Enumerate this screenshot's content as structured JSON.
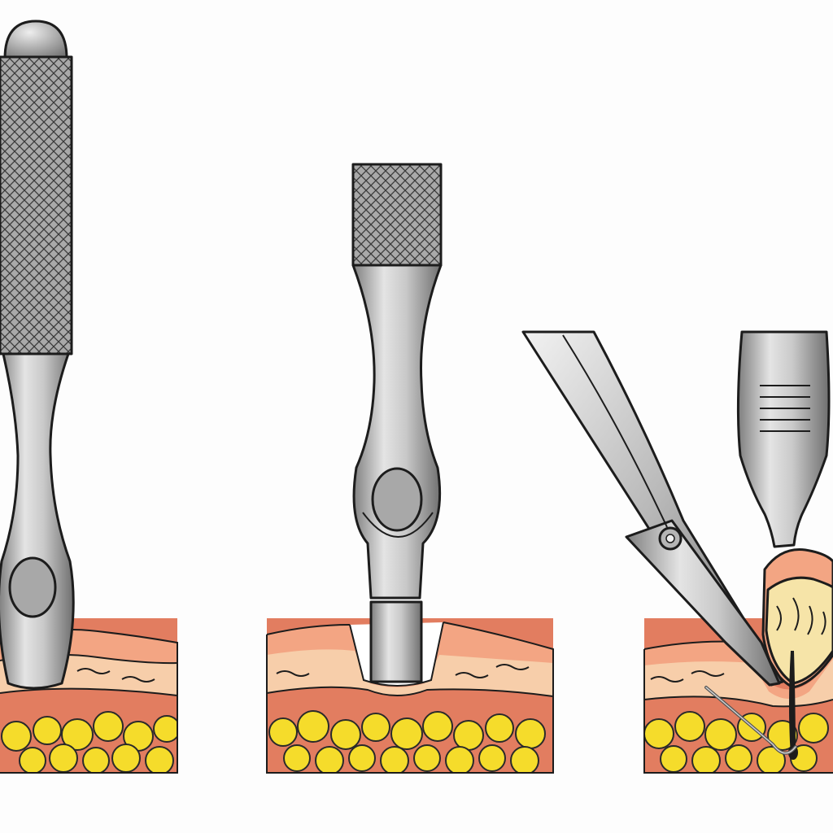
{
  "figure": {
    "panels": [
      {
        "id": "panel-1",
        "tool": "skin-punch-instrument",
        "tissue": "intact-skin"
      },
      {
        "id": "panel-2",
        "tool": "skin-punch-instrument",
        "tissue": "skin-with-punched-core"
      },
      {
        "id": "panel-3",
        "tool": "scissors-and-elevator",
        "tissue": "excised-plug-with-hair-and-suture"
      }
    ],
    "colors": {
      "epidermis": "#f3a583",
      "dermis": "#f7ceaa",
      "deep_dermis": "#e27d60",
      "fat": "#f5dc2b",
      "steel_light": "#e4e4e4",
      "steel_dark": "#7e7e7e",
      "plug": "#f6e4a8",
      "outline": "#1c1c1c"
    }
  }
}
